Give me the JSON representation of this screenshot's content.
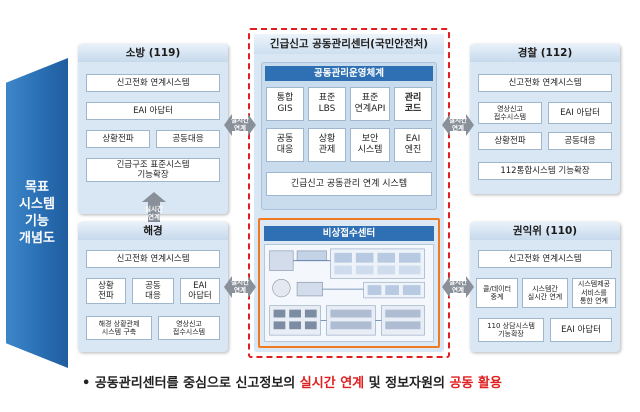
{
  "side_banner": [
    "목표",
    "시스템",
    "기능",
    "개념도"
  ],
  "fire": {
    "title": "소방 (119)",
    "items": [
      "신고전화 연계시스템",
      "EAI 아답터",
      "상황전파",
      "공동대응",
      "긴급구조 표준시스템\n기능확장"
    ]
  },
  "coast": {
    "title": "해경",
    "items": [
      "신고전화 연계시스템",
      "상황\n전파",
      "공동\n대응",
      "EAI\n아답터",
      "해경 상황관제\n시스템 구축",
      "영상신고\n접수시스템"
    ]
  },
  "police": {
    "title": "경찰 (112)",
    "items": [
      "신고전화 연계시스템",
      "영상신고\n접수시스템",
      "EAI 아답터",
      "상황전파",
      "공동대응",
      "112통합시스템 기능확장"
    ]
  },
  "acrc": {
    "title": "권익위 (110)",
    "items": [
      "신고전화 연계시스템",
      "콜/데이터\n중계",
      "시스템간\n실시간 연계",
      "시스템제공\n서비스를\n통한 연계",
      "110 상담시스템\n기능확장",
      "EAI 아답터"
    ]
  },
  "center": {
    "title": "긴급신고 공동관리센터(국민안전처)",
    "ops_title": "공동관리운영체계",
    "ops_cells": [
      "통합\nGIS",
      "표준\nLBS",
      "표준\n연계API",
      "관리\n코드",
      "공동\n대응",
      "상황\n관제",
      "보안\n시스템",
      "EAI\n엔진"
    ],
    "ops_bottom": "긴급신고 공동관리 연계 시스템",
    "recv_title": "비상접수센터"
  },
  "arrow_label": "실시간\n연계",
  "bottom": {
    "bullet": "•",
    "part1": "공동관리센터를 중심으로 신고정보의 ",
    "red1": "실시간 연계",
    "part2": " 및 정보자원의 ",
    "red2": "공동 활용"
  },
  "colors": {
    "banner": "#2a6fb4",
    "panel_bg": "#d9e6f3",
    "ops_header": "#2f6fb3",
    "dashed_border": "#e02020",
    "recv_border": "#f07a1f",
    "arrow": "#8a9099",
    "highlight_text": "#e02020"
  }
}
